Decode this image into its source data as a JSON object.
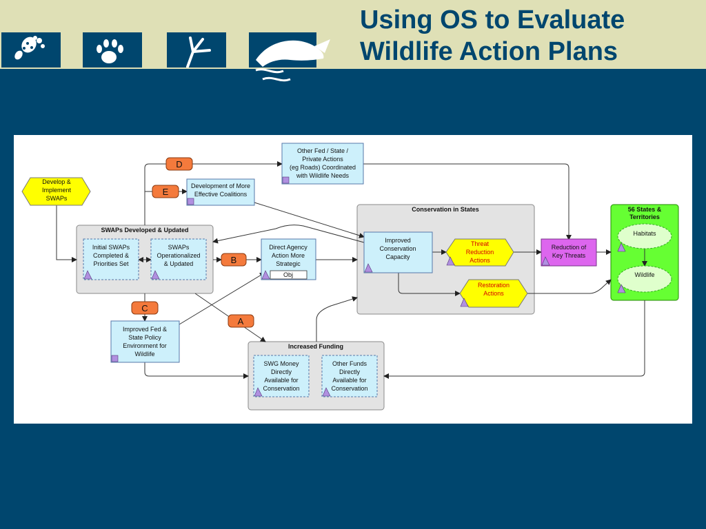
{
  "title_line1": "Using OS to Evaluate",
  "title_line2": "Wildlife Action Plans",
  "header_icons": [
    "footprint-icon",
    "paw-print-icon",
    "bird-track-icon",
    "fish-icon"
  ],
  "colors": {
    "background": "#00466e",
    "header": "#dfe0b6",
    "node_blue": "#cdf0fb",
    "node_yellow": "#ffff00",
    "node_purple": "#dd66ee",
    "node_green": "#66ff33",
    "group_gray": "#e3e3e3",
    "label_orange": "#f47a3c",
    "marker_purple": "#b090e0"
  },
  "nodes": {
    "develop": [
      "Develop &",
      "Implement",
      "SWAPs"
    ],
    "other_fed": [
      "Other Fed / State /",
      "Private Actions",
      "(eg Roads) Coordinated",
      "with Wildlife Needs"
    ],
    "coalitions": [
      "Development of More",
      "Effective Coalitions"
    ],
    "swaps_group": "SWAPs Developed & Updated",
    "initial_swaps": [
      "Initial SWAPs",
      "Completed &",
      "Priorities Set"
    ],
    "swaps_op": [
      "SWAPs",
      "Operationalized",
      "& Updated"
    ],
    "direct_agency": [
      "Direct Agency",
      "Action More",
      "Strategic"
    ],
    "obj": "Obj",
    "conservation_group": "Conservation in States",
    "improved_capacity": [
      "Improved",
      "Conservation",
      "Capacity"
    ],
    "threat_reduction": [
      "Threat",
      "Reduction",
      "Actions"
    ],
    "restoration": [
      "Restoration",
      "Actions"
    ],
    "reduction_threats": [
      "Reduction of",
      "Key Threats"
    ],
    "states_group": [
      "56 States &",
      "Territories"
    ],
    "habitats": "Habitats",
    "wildlife": "Wildlife",
    "improved_fed": [
      "Improved Fed &",
      "State Policy",
      "Environment for",
      "Wildlife"
    ],
    "funding_group": "Increased Funding",
    "swg_money": [
      "SWG Money",
      "Directly",
      "Available for",
      "Conservation"
    ],
    "other_funds": [
      "Other Funds",
      "Directly",
      "Available for",
      "Conservation"
    ]
  },
  "edge_labels": [
    "D",
    "E",
    "B",
    "C",
    "A"
  ]
}
